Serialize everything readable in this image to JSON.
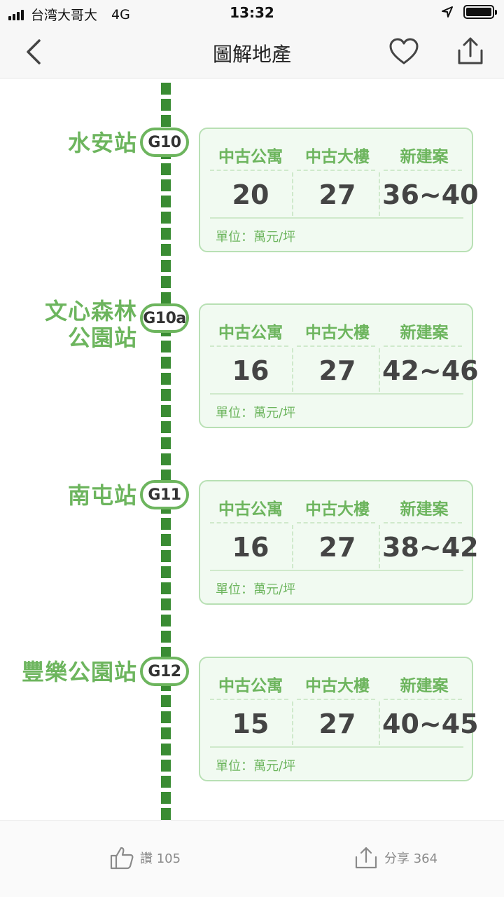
{
  "status_bar": {
    "carrier": "台湾大哥大",
    "network": "4G",
    "time": "13:32",
    "location_icon": "location-arrow-icon",
    "battery_level": 1.0
  },
  "nav": {
    "title": "圖解地產",
    "back_icon": "chevron-left-icon",
    "favorite_icon": "heart-icon",
    "share_icon": "share-icon"
  },
  "stations": [
    {
      "name_lines": [
        "水安站"
      ],
      "code": "G10",
      "headers": [
        "中古公寓",
        "中古大樓",
        "新建案"
      ],
      "values": [
        "20",
        "27",
        "36~40"
      ],
      "unit": "單位：萬元/坪"
    },
    {
      "name_lines": [
        "文心森林",
        "公園站"
      ],
      "code": "G10a",
      "headers": [
        "中古公寓",
        "中古大樓",
        "新建案"
      ],
      "values": [
        "16",
        "27",
        "42~46"
      ],
      "unit": "單位：萬元/坪"
    },
    {
      "name_lines": [
        "南屯站"
      ],
      "code": "G11",
      "headers": [
        "中古公寓",
        "中古大樓",
        "新建案"
      ],
      "values": [
        "16",
        "27",
        "38~42"
      ],
      "unit": "單位：萬元/坪"
    },
    {
      "name_lines": [
        "豐樂公園站"
      ],
      "code": "G12",
      "headers": [
        "中古公寓",
        "中古大樓",
        "新建案"
      ],
      "values": [
        "15",
        "27",
        "40~45"
      ],
      "unit": "單位：萬元/坪"
    }
  ],
  "bottom_bar": {
    "like_label": "讚 105",
    "share_label": "分享 364"
  },
  "colors": {
    "accent_green": "#6db55e",
    "track_green": "#3a8c33",
    "card_bg": "#f1faf1",
    "card_border": "#b8e0b4"
  }
}
